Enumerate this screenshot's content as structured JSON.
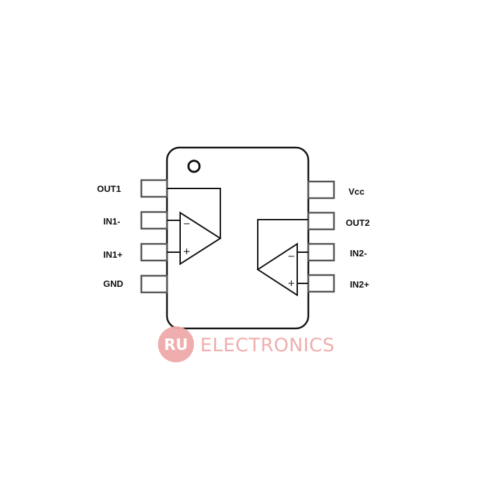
{
  "pins": {
    "left": [
      "OUT1",
      "IN1-",
      "IN1+",
      "GND"
    ],
    "right": [
      "Vcc",
      "OUT2",
      "IN2-",
      "IN2+"
    ]
  },
  "opamp1": {
    "minus": "−",
    "plus": "+"
  },
  "opamp2": {
    "minus": "−",
    "plus": "+"
  },
  "watermark": {
    "badge": "RU",
    "text": "ELECTRONICS",
    "color": "#f0a9a9"
  },
  "colors": {
    "stroke": "#111111",
    "pin_fill": "#ffffff",
    "pin_stroke": "#555555"
  }
}
